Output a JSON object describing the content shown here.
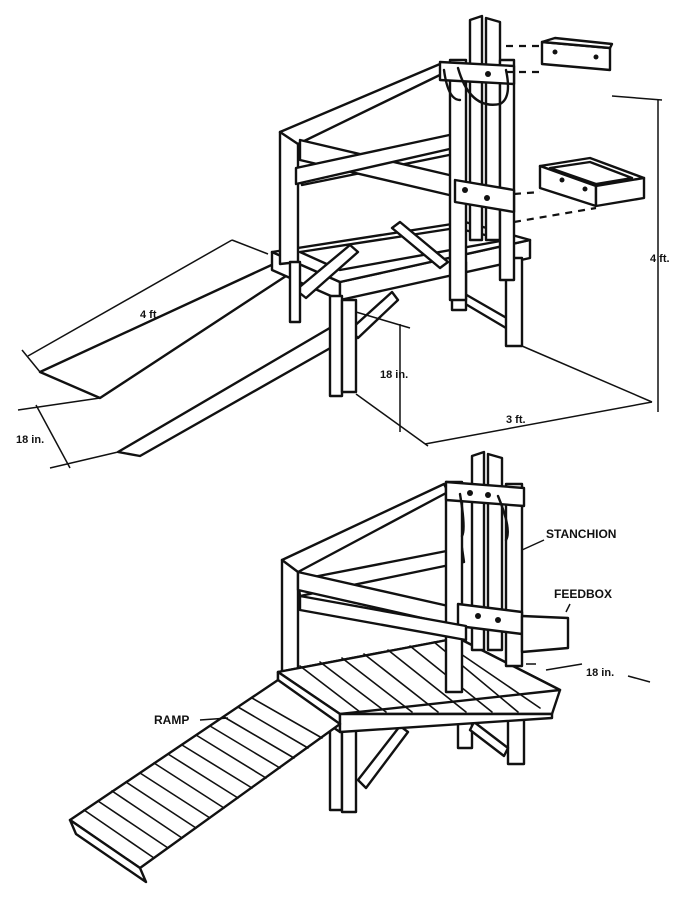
{
  "top_view": {
    "dimensions": {
      "ramp_length": "4 ft.",
      "ramp_width": "18 in.",
      "platform_height": "18 in.",
      "platform_depth": "3 ft.",
      "stanchion_height": "4 ft."
    }
  },
  "bottom_view": {
    "labels": {
      "stanchion": "STANCHION",
      "feedbox": "FEEDBOX",
      "ramp": "RAMP",
      "feedbox_offset": "18 in."
    }
  }
}
